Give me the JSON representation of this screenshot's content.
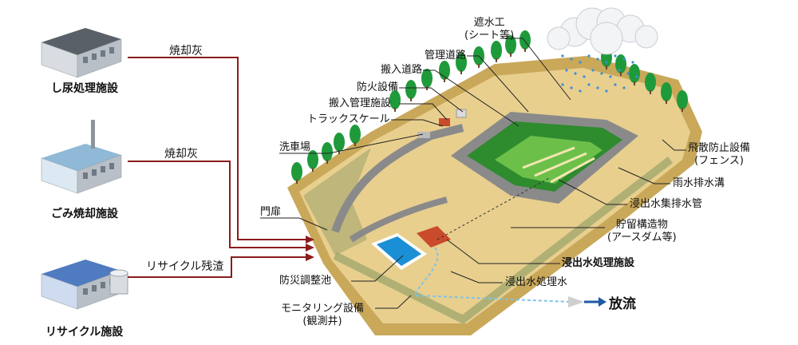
{
  "facilities": [
    {
      "name": "し尿処理施設",
      "output": "焼却灰",
      "roof": "#5a6068",
      "wall": "#d9dce0"
    },
    {
      "name": "ごみ焼却施設",
      "output": "焼却灰",
      "roof": "#8fb9d6",
      "wall": "#dce9f2"
    },
    {
      "name": "リサイクル施設",
      "output": "リサイクル残渣",
      "roof": "#4f7bc0",
      "wall": "#cfdcef"
    }
  ],
  "callouts": {
    "liner": {
      "line1": "遮水工",
      "line2": "(シート等)"
    },
    "mgmt_road": "管理道路",
    "access_road": "搬入道路",
    "fire": "防火設備",
    "access_mgmt": "搬入管理施設",
    "truck_scale": "トラックスケール",
    "car_wash": "洗車場",
    "gate": "門扉",
    "disaster_pond": "防災調整池",
    "monitoring": {
      "line1": "モニタリング設備",
      "line2": "(観測井)"
    },
    "scatter_prevention": {
      "line1": "飛散防止設備",
      "line2": "(フェンス)"
    },
    "rain_drain": "雨水排水溝",
    "leachate_collection": "浸出水集排水管",
    "storage": {
      "line1": "貯留構造物",
      "line2": "(アースダム等)"
    },
    "leachate_treatment": "浸出水処理施設",
    "treated_water": "浸出水処理水"
  },
  "discharge": "放流",
  "colors": {
    "flow_line": "#8b1c1c",
    "ground": "#e8cf8e",
    "ground_dark": "#c9a85a",
    "slope": "#9aa36a",
    "road": "#8a8a8a",
    "pit": "#2e8b2e",
    "pit_light": "#6cc04a",
    "water": "#1a8fd6",
    "tree": "#1f9a3a",
    "leader": "#222222",
    "discharge_arrow": "#1f5aa6"
  }
}
